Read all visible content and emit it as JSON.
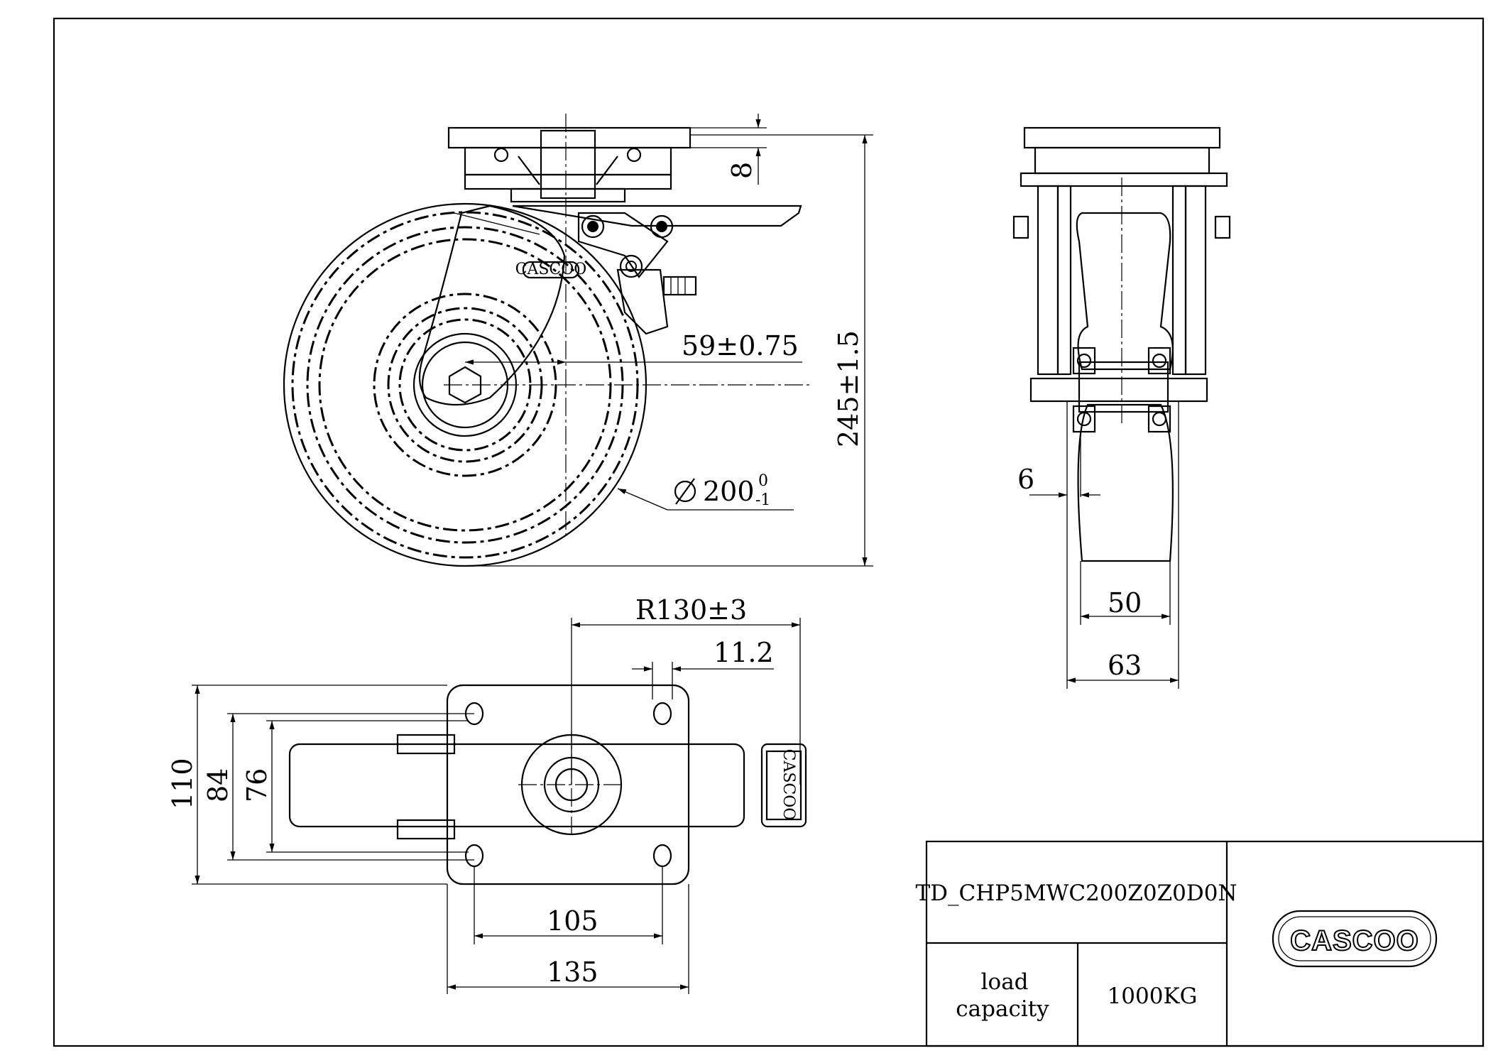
{
  "drawing_number": "TD_CHP5MWC200Z0Z0D0N",
  "load_capacity_label": "load\ncapacity",
  "load_capacity_value": "1000KG",
  "logo_text": "CASCOO",
  "dimensions": {
    "flange_thickness": "8",
    "offset": "59±0.75",
    "overall_height": "245±1.5",
    "wheel_diameter": "200",
    "wheel_diameter_tol_upper": "0",
    "wheel_diameter_tol_lower": "-1",
    "swivel_radius": "R130±3",
    "slot_width": "11.2",
    "plate_width": "110",
    "hole_spacing_outer": "84",
    "hole_spacing_inner": "76",
    "hole_spacing_length": "105",
    "plate_length": "135",
    "brake_gap": "6",
    "tread_width": "50",
    "hub_width": "63"
  }
}
